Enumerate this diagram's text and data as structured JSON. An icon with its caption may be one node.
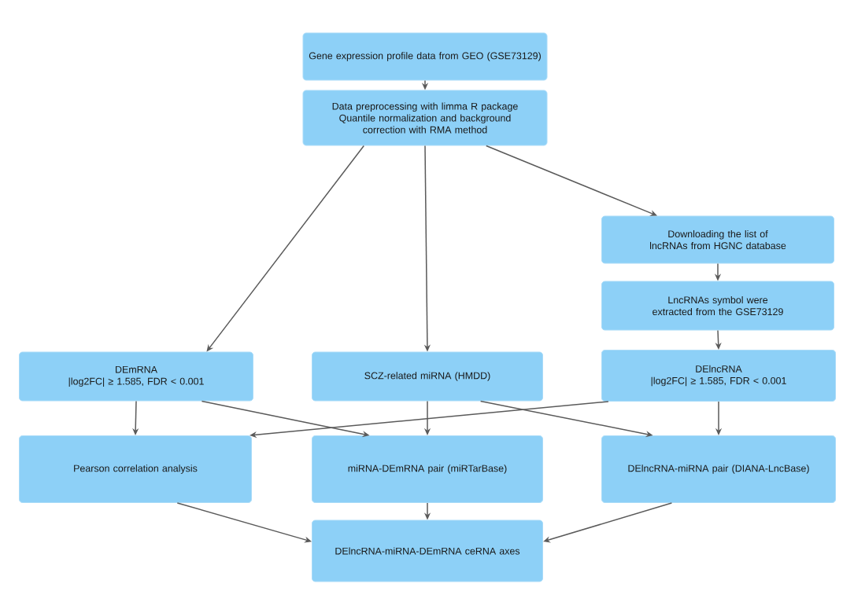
{
  "diagram": {
    "nodes": [
      {
        "text": [
          "Gene expression profile data from GEO (GSE73129)"
        ]
      },
      {
        "text": [
          "Data preprocessing with limma R package",
          "Quantile normalization and background correction with RMA method"
        ]
      },
      {
        "text": [
          "Downloading the list of lncRNAs from HGNC database"
        ]
      },
      {
        "text": [
          "LncRNAs symbol were extracted from the GSE73129"
        ]
      },
      {
        "text": [
          "DEmRNA",
          "|log2FC| ≥ 1.585, FDR < 0.001"
        ]
      },
      {
        "text": [
          "SCZ-related miRNA (HMDD)"
        ]
      },
      {
        "text": [
          "DElncRNA",
          "|log2FC| ≥ 1.585, FDR < 0.001"
        ]
      },
      {
        "text": [
          "Pearson correlation analysis"
        ]
      },
      {
        "text": [
          "miRNA-DEmRNA pair (miRTarBase)"
        ]
      },
      {
        "text": [
          "DElncRNA-miRNA pair (DIANA-LncBase)"
        ]
      },
      {
        "text": [
          "DElncRNA-miRNA-DEmRNA ceRNA axes"
        ]
      }
    ],
    "edges": [
      {
        "from": 0,
        "to": 1,
        "arrow": "to"
      },
      {
        "from": 1,
        "to": 4,
        "arrow": "to"
      },
      {
        "from": 1,
        "to": 5,
        "arrow": "to"
      },
      {
        "from": 1,
        "to": 2,
        "arrow": "to"
      },
      {
        "from": 2,
        "to": 3,
        "arrow": "to"
      },
      {
        "from": 3,
        "to": 6,
        "arrow": "to"
      },
      {
        "from": 4,
        "to": 7,
        "arrow": "to"
      },
      {
        "from": 4,
        "to": 8,
        "arrow": "to"
      },
      {
        "from": 5,
        "to": 8,
        "arrow": "to"
      },
      {
        "from": 5,
        "to": 9,
        "arrow": "to"
      },
      {
        "from": 6,
        "to": 7,
        "arrow": "to"
      },
      {
        "from": 6,
        "to": 9,
        "arrow": "to"
      },
      {
        "from": 7,
        "to": 10,
        "arrow": "to"
      },
      {
        "from": 8,
        "to": 10,
        "arrow": "to"
      },
      {
        "from": 9,
        "to": 10,
        "arrow": "to"
      }
    ]
  }
}
